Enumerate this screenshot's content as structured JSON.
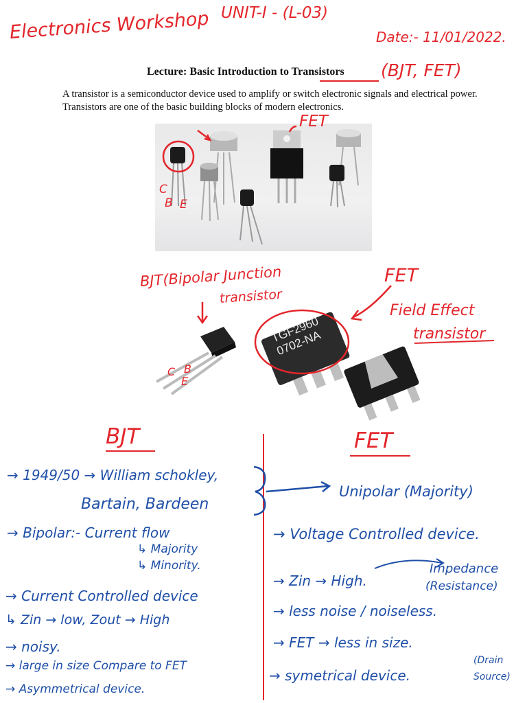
{
  "header": {
    "subject": "Electronics Workshop",
    "unit": "UNIT-I - (L-03)",
    "date": "Date:- 11/01/2022."
  },
  "lecture": {
    "title": "Lecture: Basic Introduction to Transistors",
    "title_annotation": "(BJT, FET)",
    "paragraph": "A transistor is a semiconductor device used to amplify or switch electronic signals and electrical power. Transistors are one of the basic building blocks of modern electronics."
  },
  "photo1": {
    "fet_label": "FET",
    "pin_c": "C",
    "pin_b": "B",
    "pin_e": "E"
  },
  "photo2": {
    "bjt_label_line1": "BJT(Bipolar Junction",
    "bjt_label_line2": "transistor",
    "fet_label": "FET",
    "fet_desc_line1": "Field Effect",
    "fet_desc_line2": "transistor",
    "chip_text_line1": "TGF2960",
    "chip_text_line2": "0702-NA",
    "pin_c": "C",
    "pin_b": "B",
    "pin_e": "E"
  },
  "comparison": {
    "bjt_heading": "BJT",
    "fet_heading": "FET",
    "bjt_points": [
      "→ 1949/50 → William schokley,",
      "Bartain, Bardeen",
      "→ Bipolar:- Current flow",
      "↳ Majority",
      "↳ Minority.",
      "→ Current Controlled device",
      "↳ Zin → low, Zout → High",
      "→ noisy.",
      "→ large in size Compare to FET",
      "→ Asymmetrical device."
    ],
    "fet_points": [
      "Unipolar (Majority)",
      "→ Voltage Controlled device.",
      "→ Zin → High.",
      "Impedance",
      "(Resistance)",
      "→ less noise / noiseless.",
      "→ FET → less in size.",
      "→ symetrical device.",
      "(Drain",
      "Source)"
    ]
  },
  "colors": {
    "ink_red": "#e3262b",
    "ink_blue": "#1f4fa8"
  }
}
